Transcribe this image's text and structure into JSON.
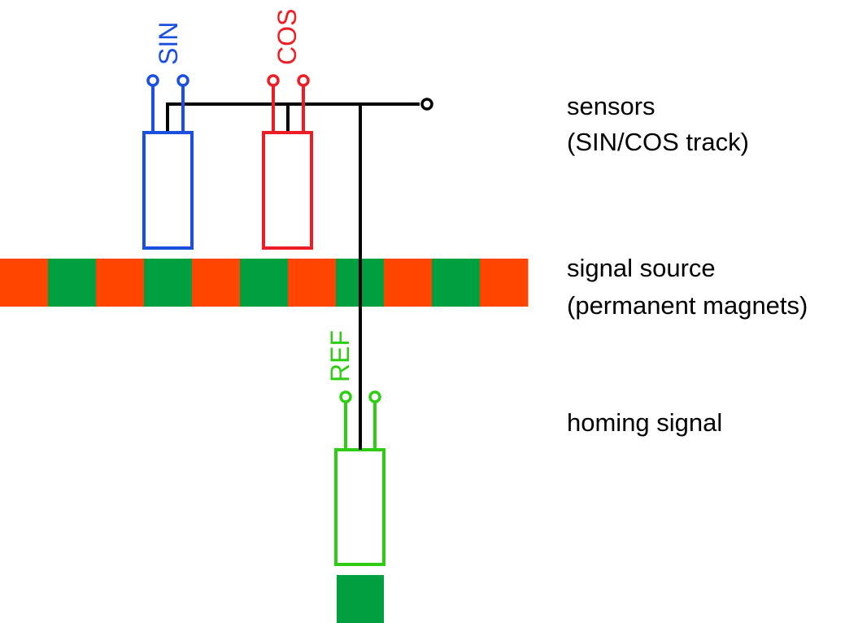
{
  "sensors": {
    "sin": {
      "name": "SIN",
      "color": "#1a4fe0"
    },
    "cos": {
      "name": "COS",
      "color": "#ee1c24"
    },
    "ref": {
      "name": "REF",
      "color": "#2ecc12"
    }
  },
  "common_wire_color": "#000000",
  "signal_source": {
    "segments": [
      "pole-a",
      "pole-b",
      "pole-a",
      "pole-b",
      "pole-a",
      "pole-b",
      "pole-a",
      "pole-b",
      "pole-a",
      "pole-b",
      "pole-a"
    ],
    "colors": {
      "pole-a": "#ff4500",
      "pole-b": "#00a040"
    }
  },
  "homing_target": {
    "color": "#00a040"
  },
  "labels": {
    "sensors_line1": "sensors",
    "sensors_line2": "(SIN/COS track)",
    "source_line1": "signal source",
    "source_line2": "(permanent magnets)",
    "homing": "homing signal"
  }
}
